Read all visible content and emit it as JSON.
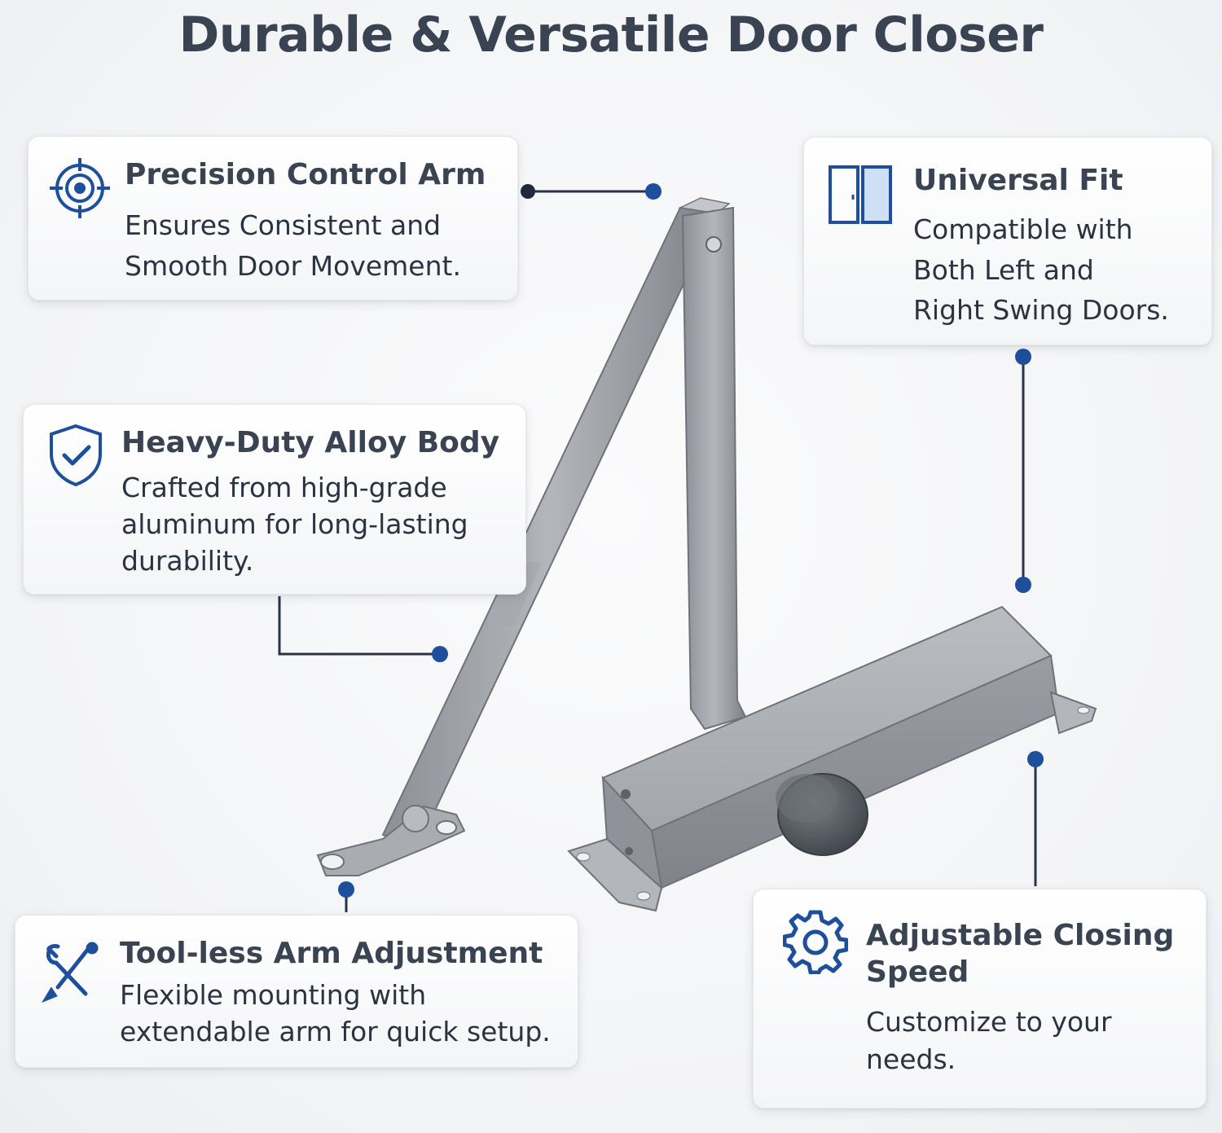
{
  "page": {
    "title": "Durable & Versatile Door Closer"
  },
  "features": {
    "precision": {
      "icon": "target-icon",
      "title": "Precision Control Arm",
      "desc_lines": [
        "Ensures Consistent and",
        "Smooth Door Movement."
      ]
    },
    "universal": {
      "icon": "double-door-icon",
      "title": "Universal Fit",
      "desc_lines": [
        "Compatible with",
        "Both Left and",
        "Right Swing Doors."
      ]
    },
    "alloy": {
      "icon": "shield-check-icon",
      "title": "Heavy-Duty Alloy Body",
      "desc_lines": [
        "Crafted from high-grade",
        "aluminum for long-lasting",
        "durability."
      ]
    },
    "toolless": {
      "icon": "wrench-screwdriver-icon",
      "title": "Tool-less Arm Adjustment",
      "desc_lines": [
        "Flexible mounting with",
        "extendable arm for quick setup."
      ]
    },
    "speed": {
      "icon": "gear-icon",
      "title_lines": [
        "Adjustable Closing",
        "Speed"
      ],
      "desc_lines": [
        "Customize to your",
        "needs."
      ]
    }
  },
  "colors": {
    "accent": "#1d4f9c",
    "title_text": "#3a4352",
    "connector": "#2a3345",
    "product_metal": "#9ea2a8"
  }
}
